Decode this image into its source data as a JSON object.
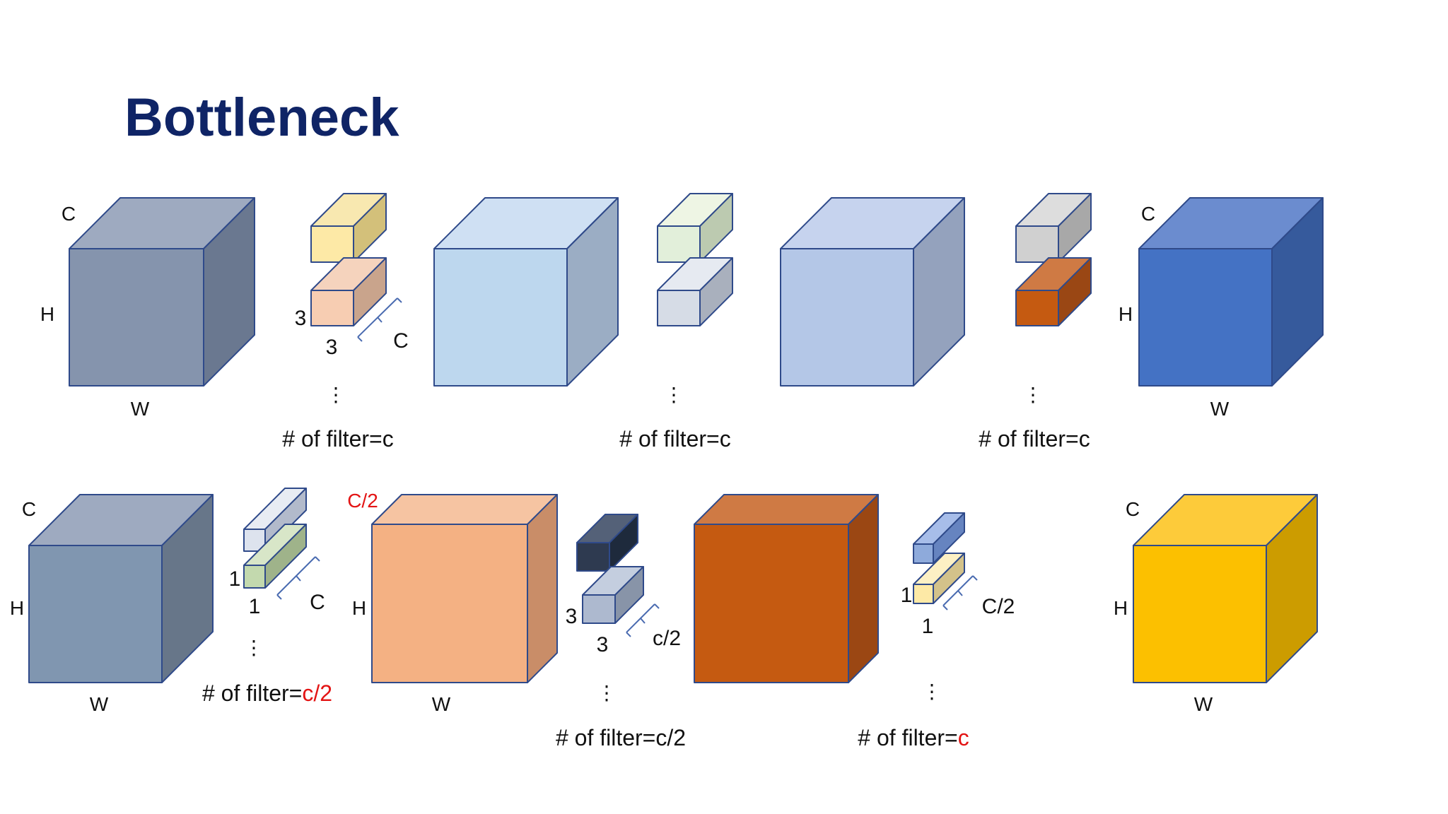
{
  "title": "Bottleneck",
  "colors": {
    "title": "#0f2466",
    "outline": "#2f4a8a",
    "text": "#111111",
    "highlight": "#e31414",
    "bracket": "#4a6bb0"
  },
  "row1": {
    "input_tensor": {
      "c_label": "C",
      "h_label": "H",
      "w_label": "W"
    },
    "conv1": {
      "k1": "3",
      "k2": "3",
      "depth": "C",
      "filter_text": "# of filter=c",
      "dots": "⋮"
    },
    "conv2": {
      "filter_text": "# of filter=c",
      "dots": "⋮"
    },
    "conv3": {
      "filter_text": "# of filter=c",
      "dots": "⋮"
    },
    "output_tensor": {
      "c_label": "C",
      "h_label": "H",
      "w_label": "W"
    }
  },
  "row2": {
    "input_tensor": {
      "c_label": "C",
      "h_label": "H",
      "w_label": "W"
    },
    "conv1": {
      "k1": "1",
      "k2": "1",
      "depth": "C",
      "filter_prefix": "# of filter=",
      "filter_value": "c/2",
      "dots": "⋮"
    },
    "mid_tensor": {
      "c_label": "C/2",
      "h_label": "H",
      "w_label": "W"
    },
    "conv2": {
      "k1": "3",
      "k2": "3",
      "depth": "c/2",
      "filter_text": "# of filter=c/2",
      "dots": "⋮"
    },
    "conv3": {
      "k1": "1",
      "k2": "1",
      "depth": "C/2",
      "filter_prefix": "# of filter=",
      "filter_value": "c",
      "dots": "⋮"
    },
    "output_tensor": {
      "c_label": "C",
      "h_label": "H",
      "w_label": "W"
    }
  }
}
